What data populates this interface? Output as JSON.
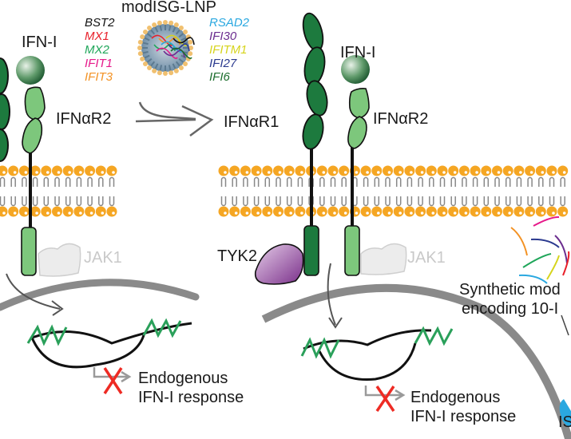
{
  "title": "modISG-LNP",
  "genes_left": [
    {
      "name": "BST2",
      "color": "#111111"
    },
    {
      "name": "MX1",
      "color": "#e8202a"
    },
    {
      "name": "MX2",
      "color": "#1fa65a"
    },
    {
      "name": "IFIT1",
      "color": "#e6198a"
    },
    {
      "name": "IFIT3",
      "color": "#f39224"
    }
  ],
  "genes_right": [
    {
      "name": "RSAD2",
      "color": "#2aa8e0"
    },
    {
      "name": "IFI30",
      "color": "#6b2d8f"
    },
    {
      "name": "IFITM1",
      "color": "#d6d41c"
    },
    {
      "name": "IFI27",
      "color": "#2b3a8f"
    },
    {
      "name": "IFI6",
      "color": "#1d6e2e"
    }
  ],
  "left_panel": {
    "ligand": "IFN-I",
    "receptor2": "IFNαR2",
    "kinase": "JAK1",
    "outcome_line1": "Endogenous",
    "outcome_line2": "IFN-I response"
  },
  "middle_panel": {
    "ligand": "IFN-I",
    "receptor1": "IFNαR1",
    "receptor2": "IFNαR2",
    "kinase1": "TYK2",
    "kinase2": "JAK1",
    "outcome_line1": "Endogenous",
    "outcome_line2": "IFN-I response"
  },
  "right_panel": {
    "line1": "Synthetic mod",
    "line2": "encoding 10-I",
    "bottom_label": "IS"
  },
  "colors": {
    "receptor1": "#1d7a3e",
    "receptor2": "#7dc77c",
    "lipid_head": "#f5a623",
    "tyk2": "#8e4a9e",
    "jak1": "#ececec",
    "inhibit": "#ee2b24",
    "nuclear_envelope": "#808080"
  }
}
